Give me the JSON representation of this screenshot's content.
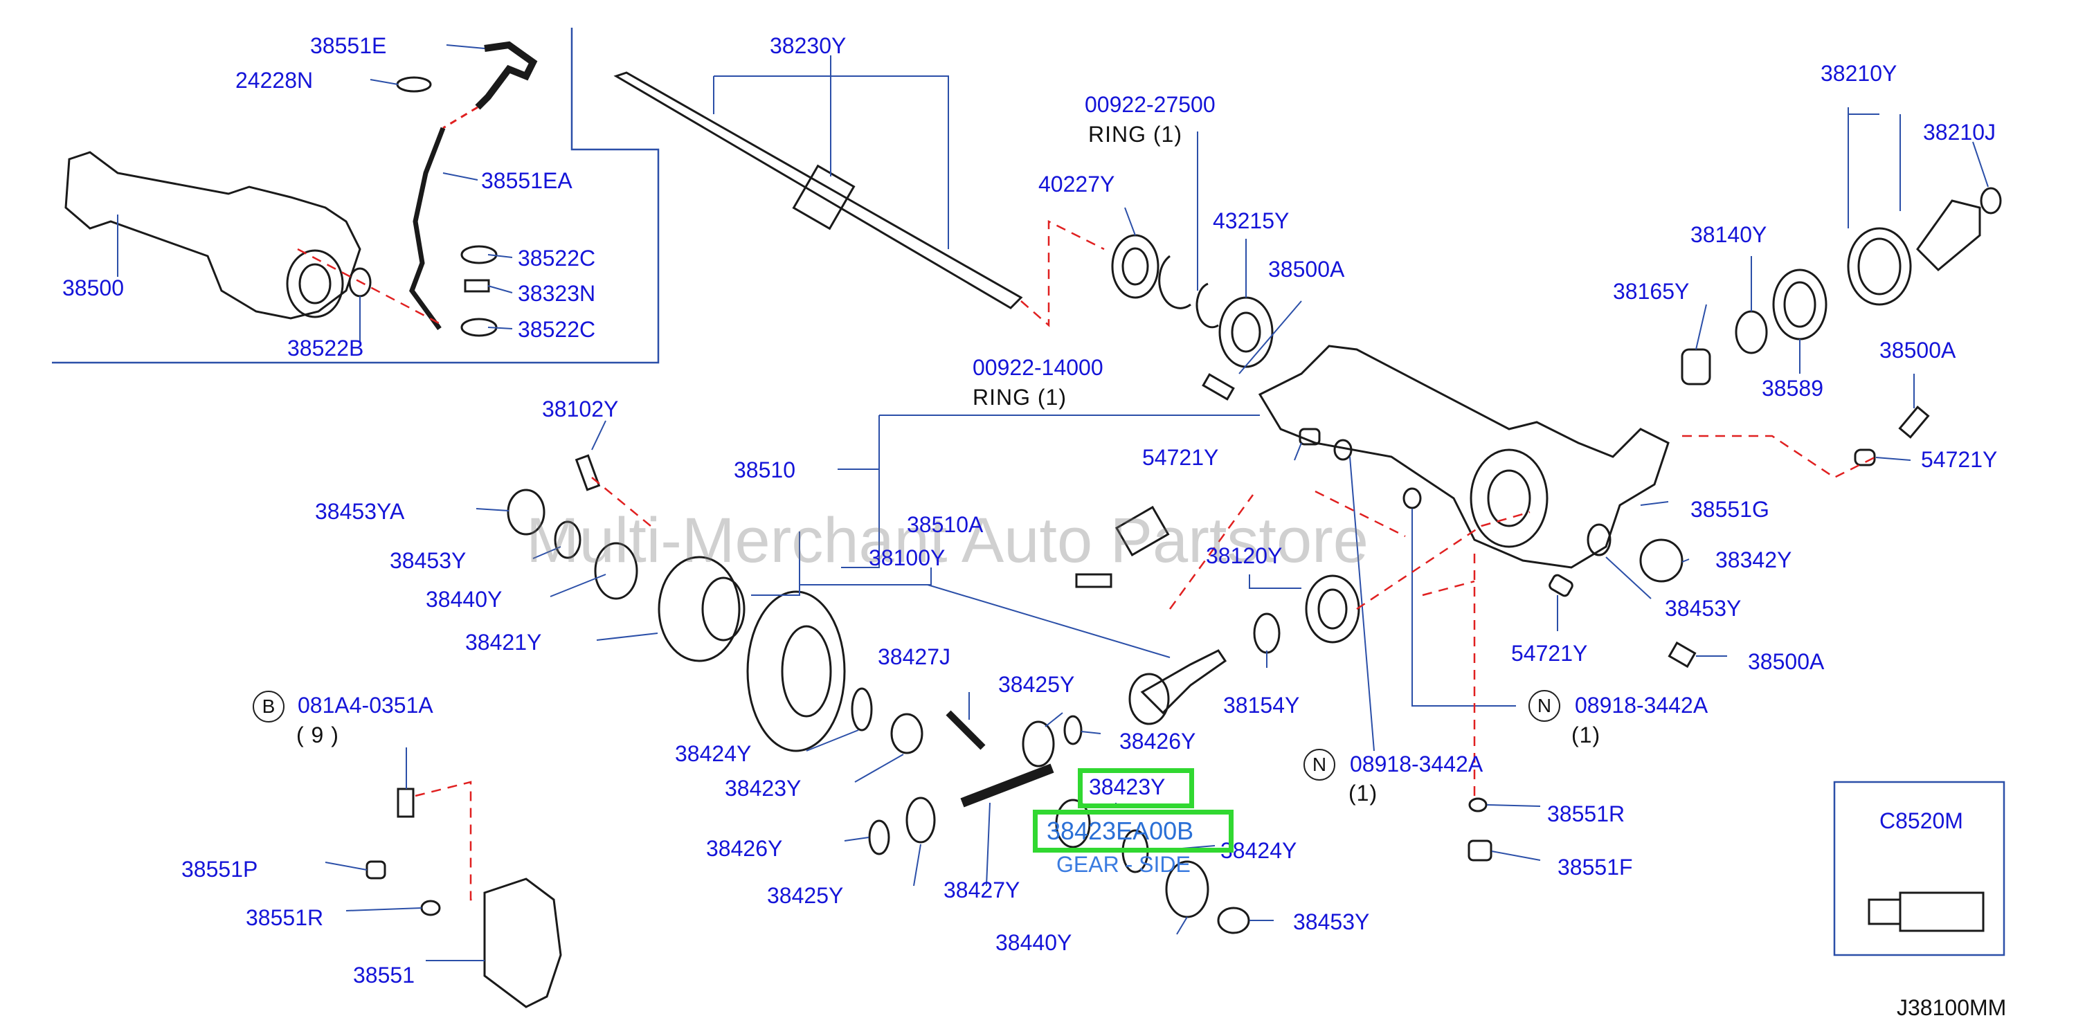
{
  "watermark": "Multi-Merchant Auto Partstore",
  "diagram_code": "J38100MM",
  "labels": {
    "p38551E": "38551E",
    "p24228N": "24228N",
    "p38551EA": "38551EA",
    "p38522C_a": "38522C",
    "p38323N": "38323N",
    "p38522C_b": "38522C",
    "p38500": "38500",
    "p38522B": "38522B",
    "p38230Y": "38230Y",
    "p00922_27500": "00922-27500",
    "p40227Y": "40227Y",
    "p43215Y": "43215Y",
    "p38500A_top": "38500A",
    "p00922_14000": "00922-14000",
    "p38210Y": "38210Y",
    "p38210J": "38210J",
    "p38140Y": "38140Y",
    "p38165Y": "38165Y",
    "p38589": "38589",
    "p38500A_right": "38500A",
    "p54721Y_right": "54721Y",
    "p38102Y": "38102Y",
    "p38510": "38510",
    "p54721Y_mid": "54721Y",
    "p38453YA": "38453YA",
    "p38453Y_left": "38453Y",
    "p38440Y_left": "38440Y",
    "p38421Y": "38421Y",
    "p38510A": "38510A",
    "p38100Y": "38100Y",
    "p38120Y": "38120Y",
    "p38551G": "38551G",
    "p38342Y": "38342Y",
    "p38453Y_right": "38453Y",
    "p54721Y_low": "54721Y",
    "p38500A_low": "38500A",
    "p08918_a": "08918-3442A",
    "p08918_b": "08918-3442A",
    "p38427J": "38427J",
    "p38425Y_top": "38425Y",
    "p38426Y_right": "38426Y",
    "p38154Y": "38154Y",
    "p081A4": "081A4-0351A",
    "p38424Y_left": "38424Y",
    "p38423Y_left": "38423Y",
    "p38426Y_left": "38426Y",
    "p38425Y_low": "38425Y",
    "p38427Y": "38427Y",
    "p38424Y_right": "38424Y",
    "p38440Y_low": "38440Y",
    "p38453Y_low": "38453Y",
    "p38551R_right": "38551R",
    "p38551F": "38551F",
    "p38551P": "38551P",
    "p38551R_left": "38551R",
    "p38551": "38551",
    "pC8520M": "C8520M"
  },
  "notes": {
    "ring_27500": "RING    (1)",
    "ring_14000": "RING    (1)",
    "qty_081A4": "( 9 )",
    "qty_08918_a": "(1)",
    "qty_08918_b": "(1)"
  },
  "circle_marks": {
    "b": "B",
    "n1": "N",
    "n2": "N"
  },
  "highlight": {
    "part": "38423Y",
    "part_number": "38423EA00B",
    "description": "GEAR - SIDE",
    "color": "#31d831"
  },
  "colors": {
    "label_blue": "#1414d8",
    "leader_red": "#e02020",
    "link_blue": "#2a6fd6"
  }
}
